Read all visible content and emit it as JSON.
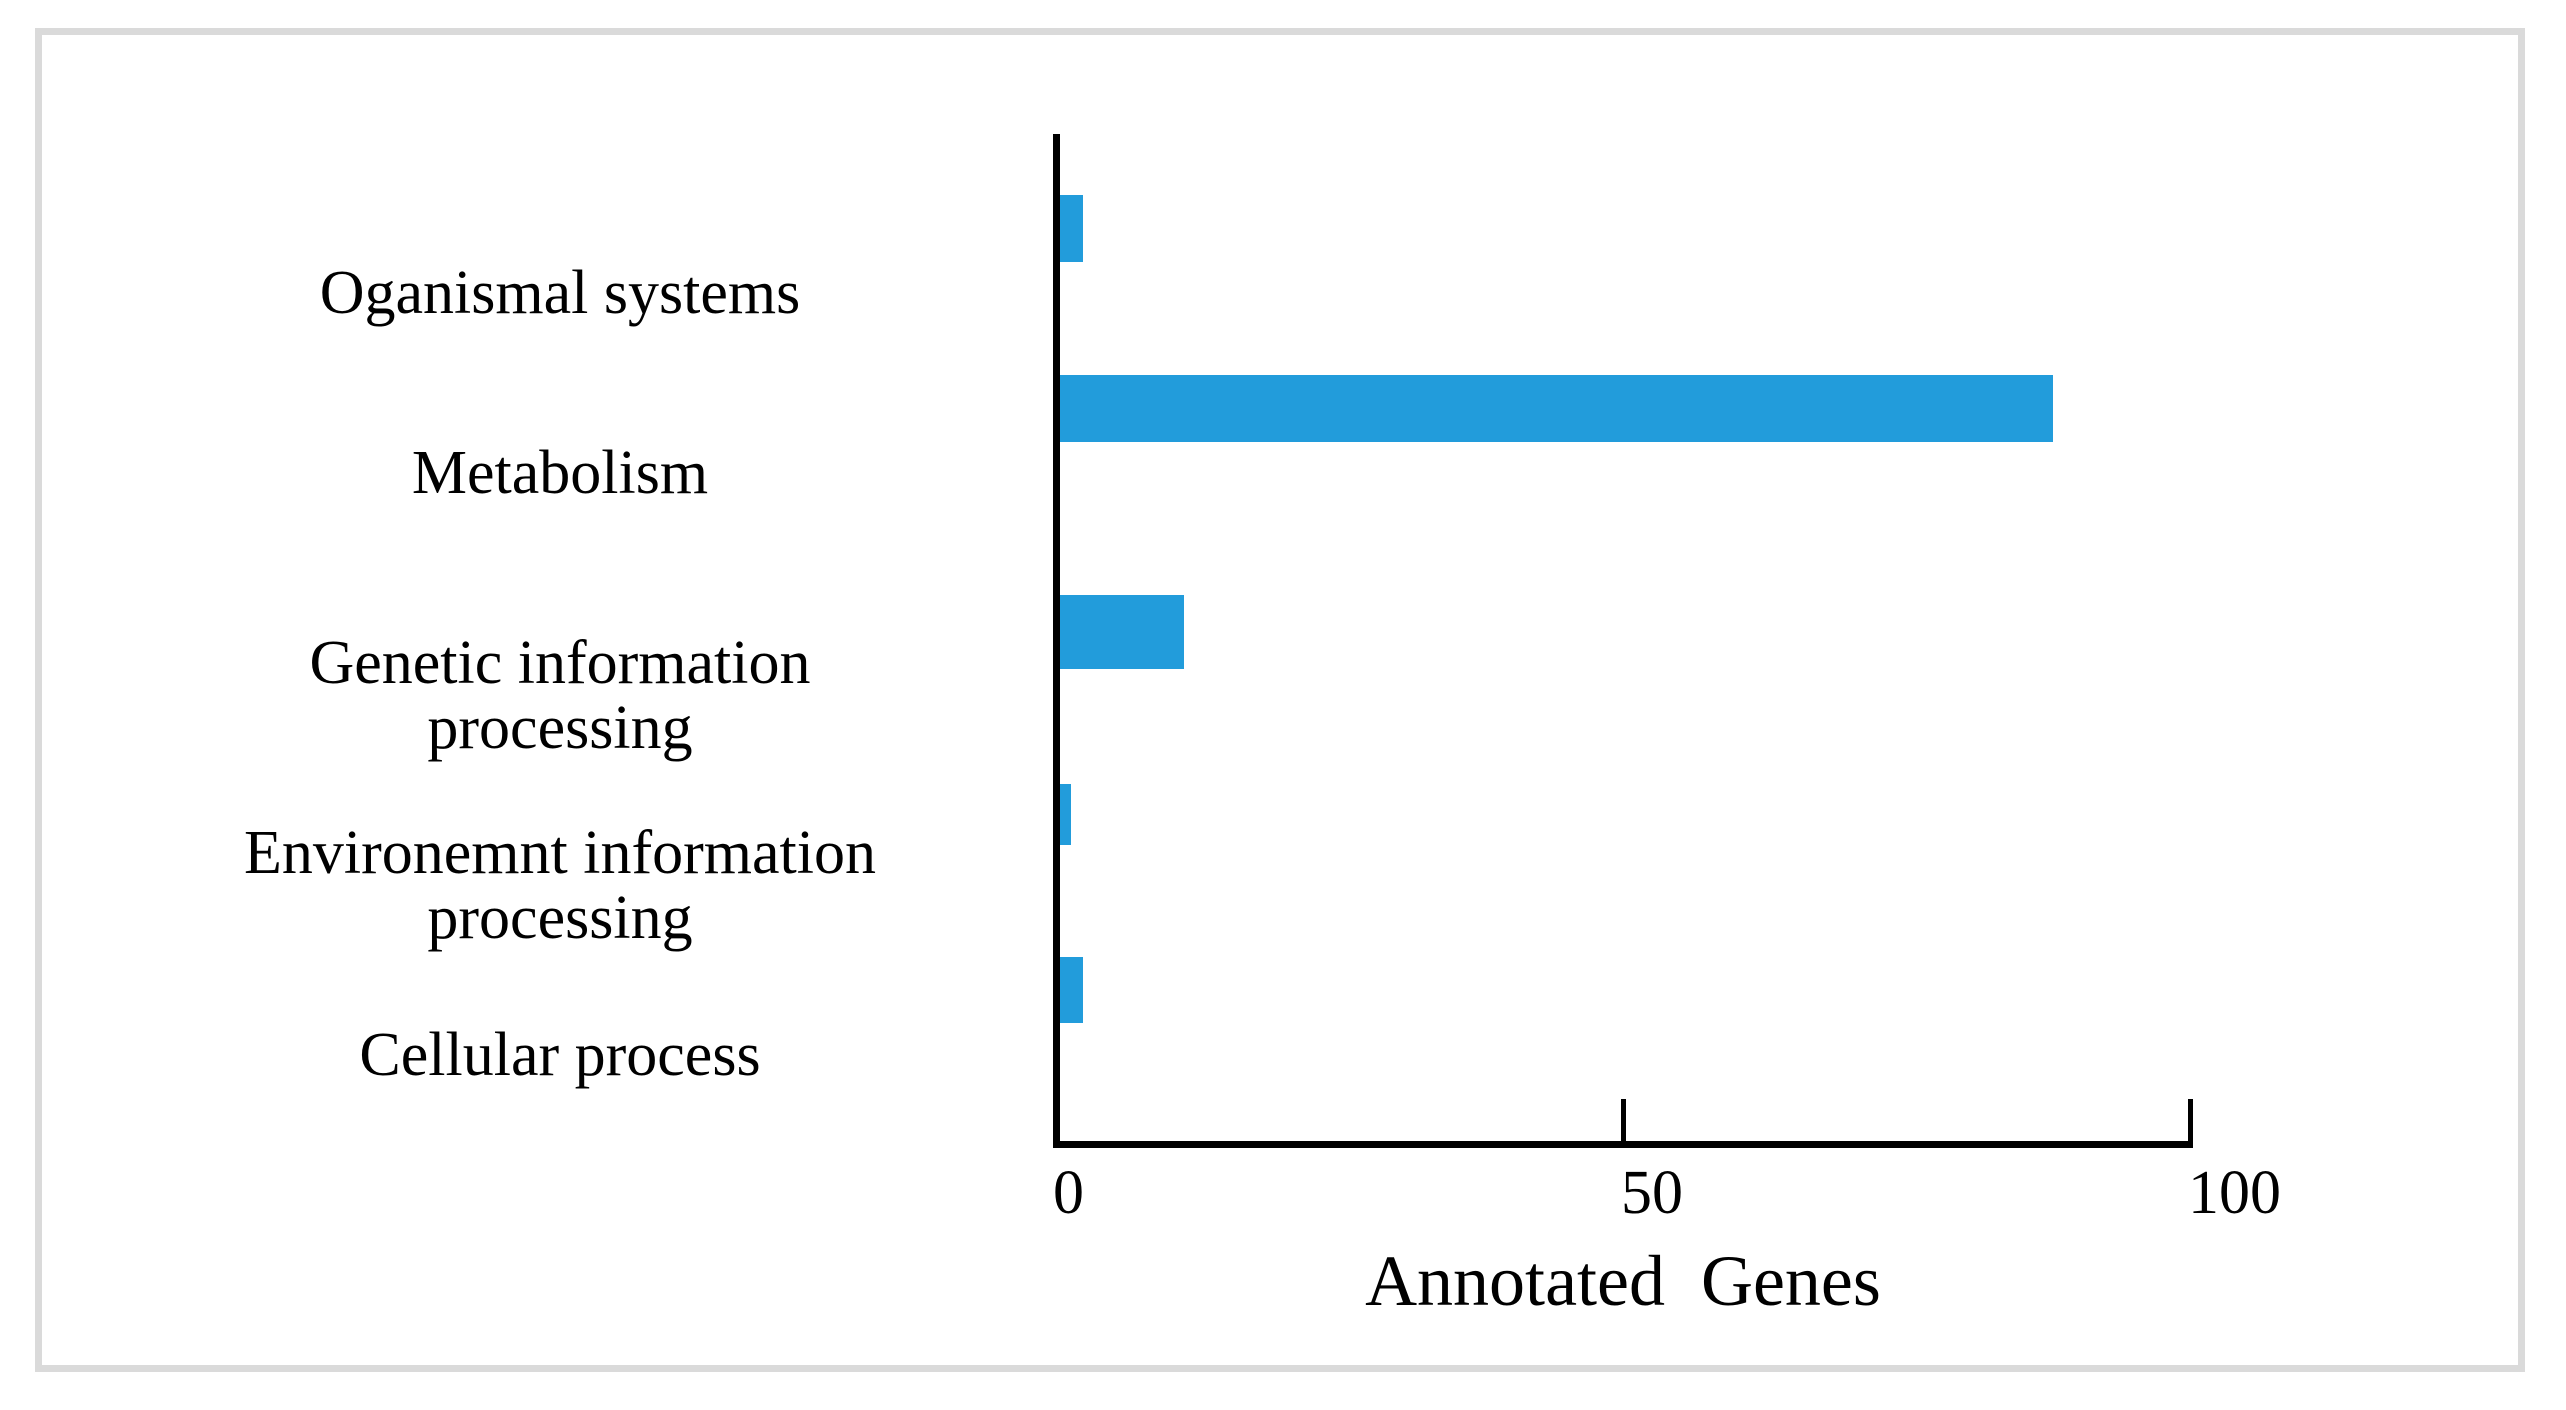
{
  "chart_data": {
    "type": "bar",
    "orientation": "horizontal",
    "title": "",
    "subtitle": "",
    "xlabel": "Annotated  Genes",
    "ylabel": "",
    "categories": [
      "Oganismal systems",
      "Metabolism",
      "Genetic information\nprocessing",
      "Environemnt information\nprocessing",
      "Cellular  process"
    ],
    "values": [
      2,
      88,
      11,
      1,
      2
    ],
    "xlim": [
      0,
      100
    ],
    "xticks": [
      0,
      50,
      100
    ],
    "xticklabels": [
      "0",
      "50",
      "100"
    ],
    "grid": false,
    "legend": false,
    "bar_color": "#229cdb",
    "axis_color": "#000000",
    "frame_color": "#dadada",
    "background": "#ffffff"
  },
  "axes": {
    "x_title": "Annotated  Genes",
    "ticks": [
      {
        "label": "0",
        "value": 0
      },
      {
        "label": "50",
        "value": 50
      },
      {
        "label": "100",
        "value": 100
      }
    ]
  },
  "bars": [
    {
      "label": "Oganismal systems",
      "value": 2,
      "label_lines": "Oganismal systems"
    },
    {
      "label": "Metabolism",
      "value": 88,
      "label_lines": "Metabolism"
    },
    {
      "label": "Genetic information processing",
      "value": 11,
      "label_lines": "Genetic information\nprocessing"
    },
    {
      "label": "Environemnt information processing",
      "value": 1,
      "label_lines": "Environemnt information\nprocessing"
    },
    {
      "label": "Cellular  process",
      "value": 2,
      "label_lines": "Cellular  process"
    }
  ]
}
